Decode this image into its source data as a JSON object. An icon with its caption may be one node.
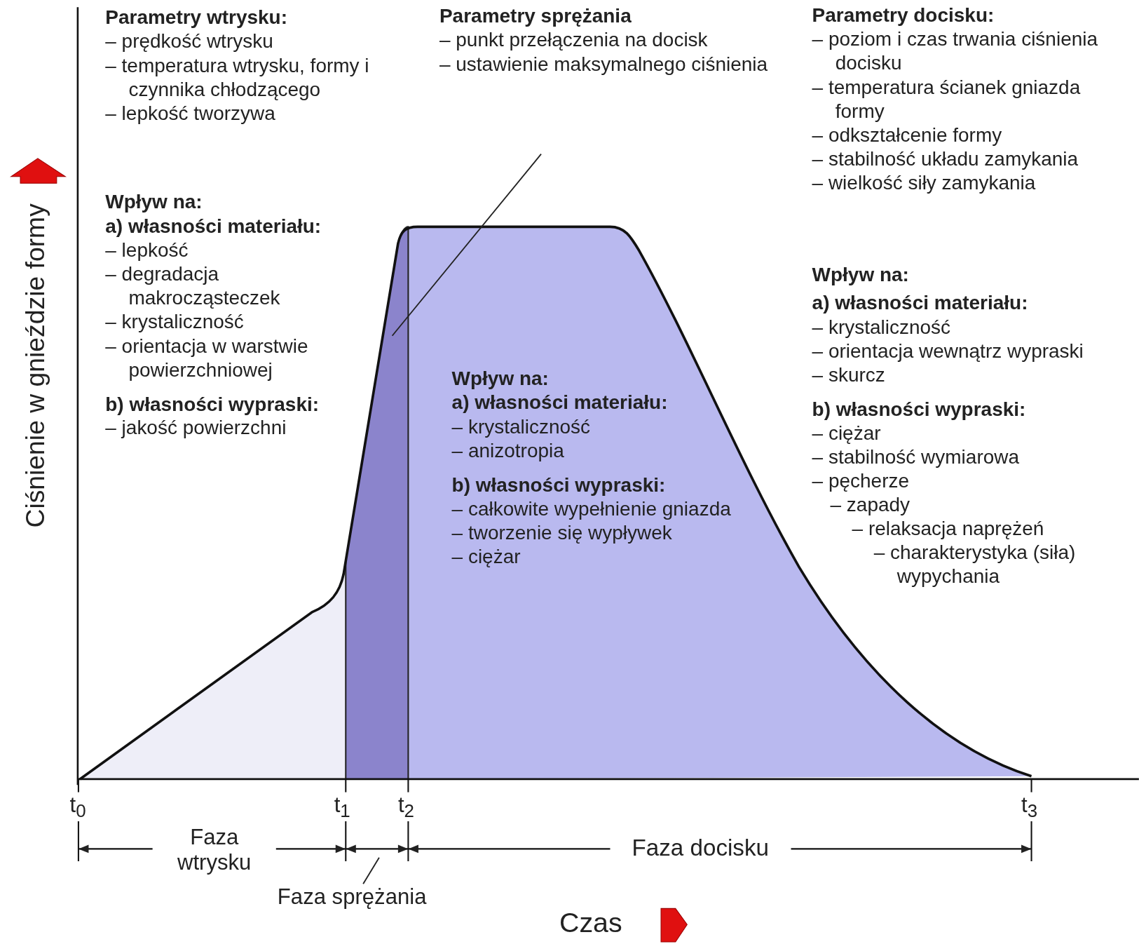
{
  "diagram": {
    "nodes": [
      {
        "text": [
          "Parametry sprężania",
          "– punkt przełączenia na docisk",
          "– ustawienie maksymalnego ciśnienia"
        ]
      },
      {
        "text": [],
        "shape": "area"
      },
      {
        "text": [
          "Faza sprężania"
        ]
      }
    ],
    "edges": [
      {
        "from": 0,
        "to": 1,
        "arrow": "none"
      },
      {
        "from": 2,
        "to": null,
        "arrow": "none"
      }
    ],
    "labels": [
      "Parametry wtrysku:",
      "– prędkość wtrysku",
      "– temperatura wtrysku, formy i czynnika chłodzącego",
      "– lepkość tworzywa",
      "Wpływ na:",
      "a) własności materiału:",
      "– lepkość",
      "– degradacja makrocząsteczek",
      "– krystaliczność",
      "– orientacja w warstwie powierzchniowej",
      "b) własności wypraski:",
      "– jakość powierzchni",
      "Wpływ na:",
      "a) własności materiału:",
      "– krystaliczność",
      "– anizotropia",
      "b) własności wypraski:",
      "– całkowite wypełnienie gniazda",
      "– tworzenie się wypływek",
      "– ciężar",
      "Parametry docisku:",
      "– poziom i czas trwania ciśnienia docisku",
      "– temperatura ścianek gniazda formy",
      "– odkształcenie formy",
      "– stabilność układu zamykania",
      "– wielkość siły zamykania",
      "Wpływ na:",
      "a) własności materiału:",
      "– krystaliczność",
      "– orientacja wewnątrz wypraski",
      "– skurcz",
      "b) własności wypraski:",
      "– ciężar",
      "– stabilność wymiarowa",
      "– pęcherze",
      "– zapady",
      "– relaksacja naprężeń",
      "– charakterystyka (siła) wypychania",
      "Ciśnienie w gnieździe formy",
      "t$_{0}$",
      "t$_{1}$",
      "t$_{2}$",
      "t$_{3}$",
      "Faza wtrysku",
      "Faza docisku",
      "Czas"
    ]
  }
}
